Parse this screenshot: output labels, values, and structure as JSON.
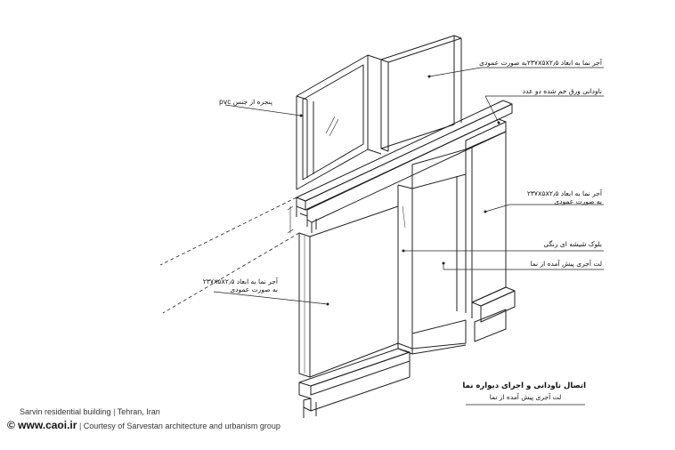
{
  "labels": {
    "brick_top": "آجر نما به ابعاد ۲۳۷x۵x۲٫۵به صورت عمودی",
    "pvc_window": "پنجره از جنس pvc",
    "gutter": "ناودانی ورق خم شده دو عدد",
    "brick_right_line1": "آجر نما به ابعاد ۲۳۷x۵x۲٫۵",
    "brick_right_line2": "به صورت عمودی",
    "glass_block": "بلوک شیشه ای رنگی",
    "brick_projection": "لت آجری پیش آمده از نما",
    "brick_left_line1": "آجر نما به ابعاد ۲۳۷x۵x۲٫۵",
    "brick_left_line2": "به صورت عمودی"
  },
  "detail_title": {
    "line1": "اتصال ناودانی و اجرای دیواره نما",
    "line2": "لت آجری پیش آمده از نما"
  },
  "footer": {
    "project": "Sarvin residential building",
    "separator": "|",
    "location": "Tehran, Iran",
    "site": "© www.caoi.ir",
    "credit": "Courtesy of Sarvestan architecture and urbanism group"
  }
}
